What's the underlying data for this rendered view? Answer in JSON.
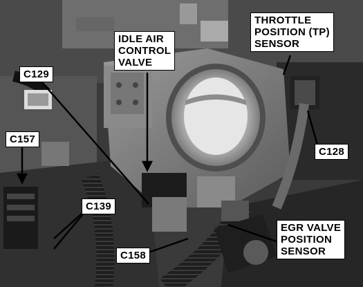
{
  "figure": {
    "callouts": {
      "idle_air_control_valve": "IDLE AIR\nCONTROL\nVALVE",
      "throttle_position_sensor": "THROTTLE\nPOSITION (TP)\nSENSOR",
      "egr_valve_position_sensor": "EGR VALVE\nPOSITION\nSENSOR",
      "c129": "C129",
      "c157": "C157",
      "c139": "C139",
      "c158": "C158",
      "c128": "C128"
    }
  }
}
